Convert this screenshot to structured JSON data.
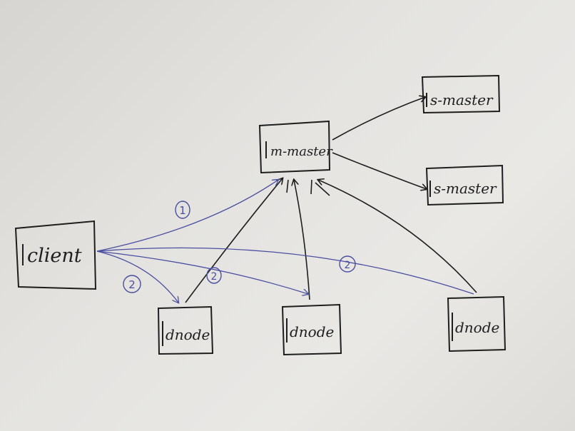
{
  "nodes": {
    "client": "client",
    "m_master": "m-master",
    "s_master_1": "s-master",
    "s_master_2": "s-master",
    "dnode_1": "dnode",
    "dnode_2": "dnode",
    "dnode_3": "dnode"
  },
  "steps": {
    "step_1": "1",
    "step_2a": "2",
    "step_2b": "2",
    "step_2c": "2"
  },
  "colors": {
    "ink": "#1e1e1e",
    "blue_ink": "#4a4fa0"
  }
}
